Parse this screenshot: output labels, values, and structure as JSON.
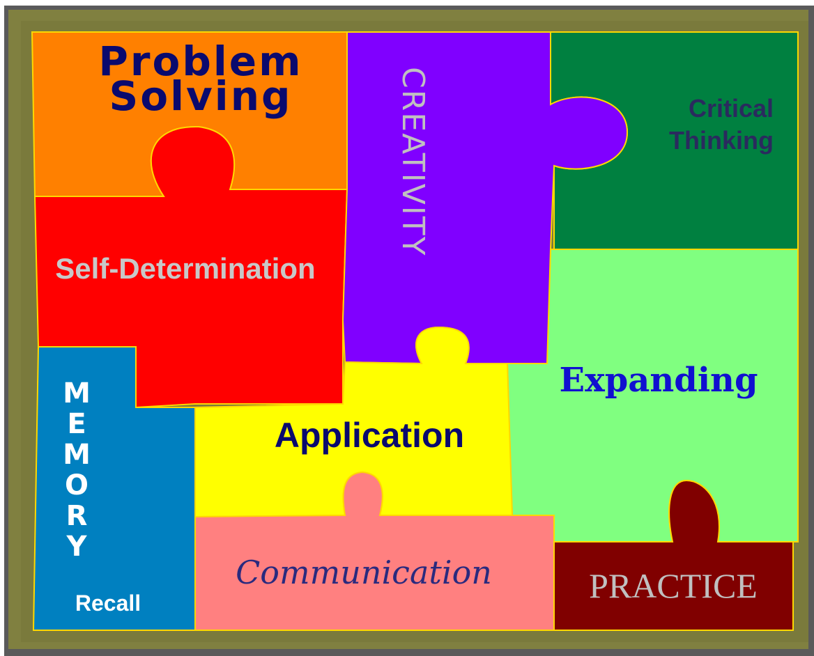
{
  "pieces": {
    "problem_solving": {
      "line1": "Problem",
      "line2": "Solving",
      "fill": "#ff8000",
      "text_color": "#0a0a6e"
    },
    "creativity": {
      "label": "CREATIVITY",
      "fill": "#8000ff",
      "text_color": "#c0c0c0"
    },
    "critical_thinking": {
      "line1": "Critical",
      "line2": "Thinking",
      "fill": "#008040",
      "text_color": "#2a2a5e"
    },
    "self_determination": {
      "label": "Self-Determination",
      "fill": "#ff0000",
      "text_color": "#c8c8c8"
    },
    "memory": {
      "label": "MEMORY",
      "sub": "Recall",
      "fill": "#0080c0",
      "text_color": "#ffffff"
    },
    "application": {
      "label": "Application",
      "fill": "#ffff00",
      "text_color": "#0a0a6e"
    },
    "expanding": {
      "label": "Expanding",
      "fill": "#80ff80",
      "text_color": "#1010d0"
    },
    "communication": {
      "label": "Communication",
      "fill": "#ff8080",
      "text_color": "#2a2a7e"
    },
    "practice": {
      "label": "PRACTICE",
      "fill": "#800000",
      "text_color": "#c0c0c0"
    }
  },
  "colors": {
    "frame": "#808040",
    "frame_shadow": "#4a4a4a",
    "outline": "#ffd800"
  }
}
